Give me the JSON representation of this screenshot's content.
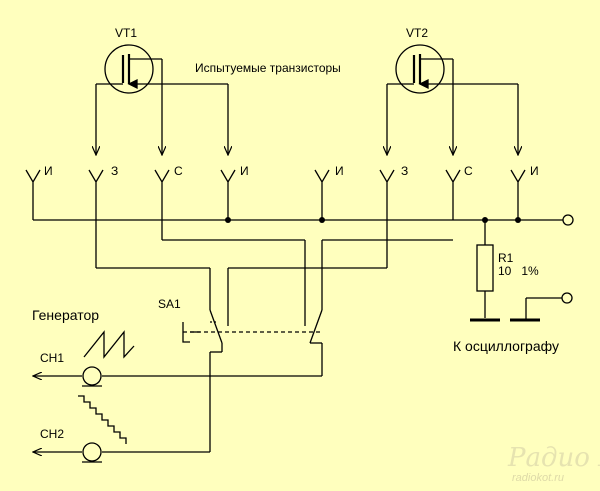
{
  "components": {
    "vt1": {
      "label": "VT1"
    },
    "vt2": {
      "label": "VT2"
    },
    "r1": {
      "label": "R1",
      "value": "10   1%"
    },
    "sa1": {
      "label": "SA1"
    }
  },
  "labels": {
    "tested_transistors": "Испытуемые транзисторы",
    "generator": "Генератор",
    "ch1": "CH1",
    "ch2": "CH2",
    "to_oscilloscope": "К осциллографу"
  },
  "sockets": [
    {
      "label": "И"
    },
    {
      "label": "З"
    },
    {
      "label": "С"
    },
    {
      "label": "И"
    },
    {
      "label": "И"
    },
    {
      "label": "З"
    },
    {
      "label": "С"
    },
    {
      "label": "И"
    }
  ],
  "watermark": {
    "title": "Радио КОТ",
    "url": "radiokot.ru"
  },
  "colors": {
    "background": "#FFFFBE",
    "ink": "#000000",
    "watermark": "#E6E3B0"
  }
}
